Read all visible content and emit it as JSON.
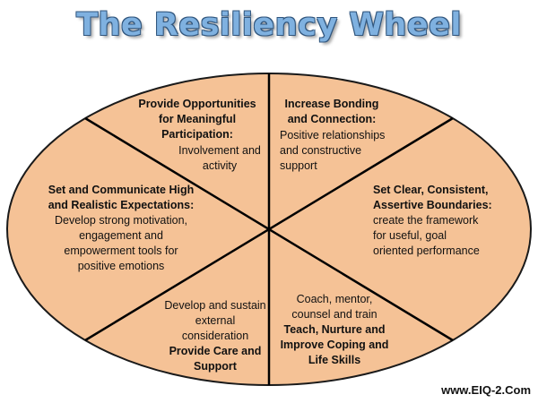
{
  "title": "The Resiliency Wheel",
  "colors": {
    "wheel_fill": "#f5c296",
    "wheel_stroke": "#000000",
    "title_fill": "#7fb1e0"
  },
  "segments": {
    "top_left": {
      "heading": [
        "Provide Opportunities",
        "for Meaningful",
        "Participation:"
      ],
      "body": [
        "Involvement and",
        "activity"
      ]
    },
    "top_right": {
      "heading": [
        "Increase Bonding",
        "and Connection:"
      ],
      "body": [
        "Positive relationships",
        "and constructive",
        "support"
      ]
    },
    "left": {
      "heading": [
        "Set and Communicate High",
        "and Realistic Expectations:"
      ],
      "body": [
        "Develop strong motivation,",
        "engagement and",
        "empowerment tools for",
        "positive emotions"
      ]
    },
    "right": {
      "heading": [
        "Set Clear, Consistent,",
        "Assertive Boundaries:"
      ],
      "body": [
        "create the framework",
        "for useful, goal",
        "oriented performance"
      ]
    },
    "bottom_left": {
      "body": [
        "Develop and sustain",
        "external",
        "consideration"
      ],
      "heading": [
        "Provide Care and",
        "Support"
      ]
    },
    "bottom_right": {
      "body": [
        "Coach, mentor,",
        "counsel and train"
      ],
      "heading": [
        "Teach, Nurture and",
        "Improve Coping and",
        "Life Skills"
      ]
    }
  },
  "url": "www.EIQ-2.Com"
}
